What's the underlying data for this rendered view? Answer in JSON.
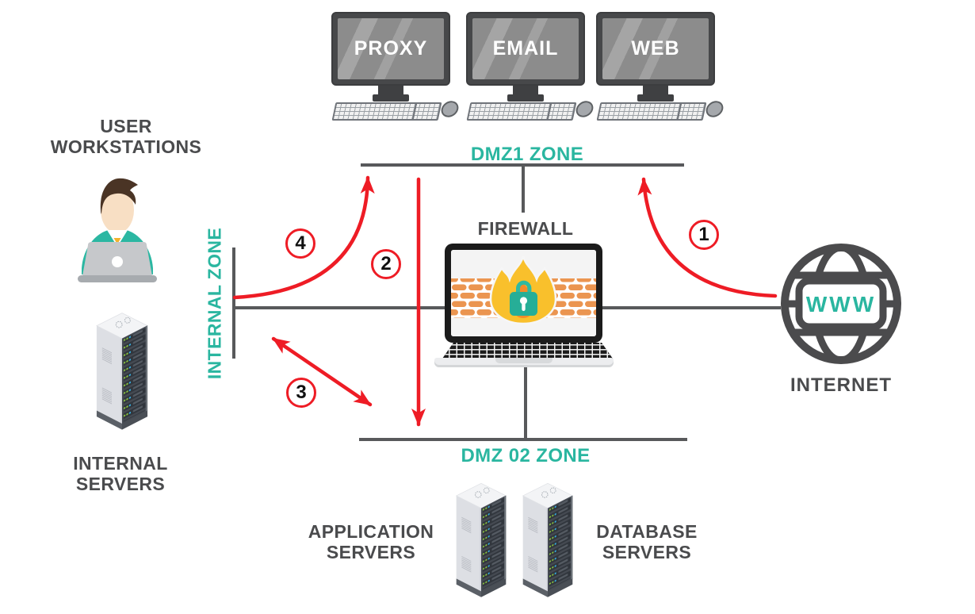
{
  "colors": {
    "accent_teal": "#2ab6a0",
    "arrow_red": "#ee1c25",
    "text_dark": "#4a4b4d",
    "line_gray": "#58595b"
  },
  "zones": {
    "dmz1": {
      "label": "DMZ1 ZONE"
    },
    "dmz2": {
      "label": "DMZ 02 ZONE"
    },
    "internal": {
      "label": "INTERNAL ZONE"
    }
  },
  "nodes": {
    "proxy": {
      "label": "PROXY"
    },
    "email": {
      "label": "EMAIL"
    },
    "web": {
      "label": "WEB"
    },
    "firewall": {
      "label": "FIREWALL"
    },
    "internet": {
      "label": "INTERNET",
      "badge": "WWW"
    },
    "user_workstations": {
      "label": "USER\nWORKSTATIONS"
    },
    "internal_servers": {
      "label": "INTERNAL\nSERVERS"
    },
    "application_servers": {
      "label": "APPLICATION\nSERVERS"
    },
    "database_servers": {
      "label": "DATABASE\nSERVERS"
    }
  },
  "flows": [
    {
      "number": "1"
    },
    {
      "number": "2"
    },
    {
      "number": "3"
    },
    {
      "number": "4"
    }
  ]
}
